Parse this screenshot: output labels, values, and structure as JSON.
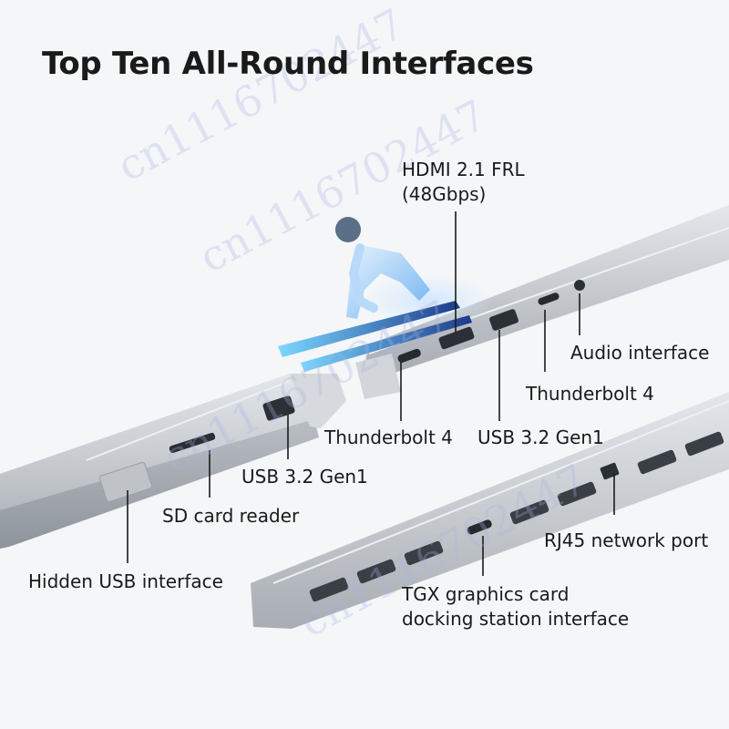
{
  "title": "Top Ten All-Round Interfaces",
  "labels": {
    "hdmi": {
      "line1": "HDMI 2.1 FRL",
      "line2": "(48Gbps)"
    },
    "audio": "Audio interface",
    "thunderbolt_right": "Thunderbolt 4",
    "thunderbolt_left": "Thunderbolt 4",
    "usb_middle": "USB 3.2 Gen1",
    "usb_left": "USB 3.2 Gen1",
    "sd_card": "SD card reader",
    "hidden_usb": "Hidden USB interface",
    "rj45": "RJ45 network port",
    "tgx": {
      "line1": "TGX graphics card",
      "line2": "docking station interface"
    }
  },
  "watermark": "cn1116702447",
  "colors": {
    "background": "#f4f6f8",
    "laptop_body": "#c9cdd2",
    "skier_accent": "#3a8fe0",
    "text": "#1a1a1a"
  }
}
